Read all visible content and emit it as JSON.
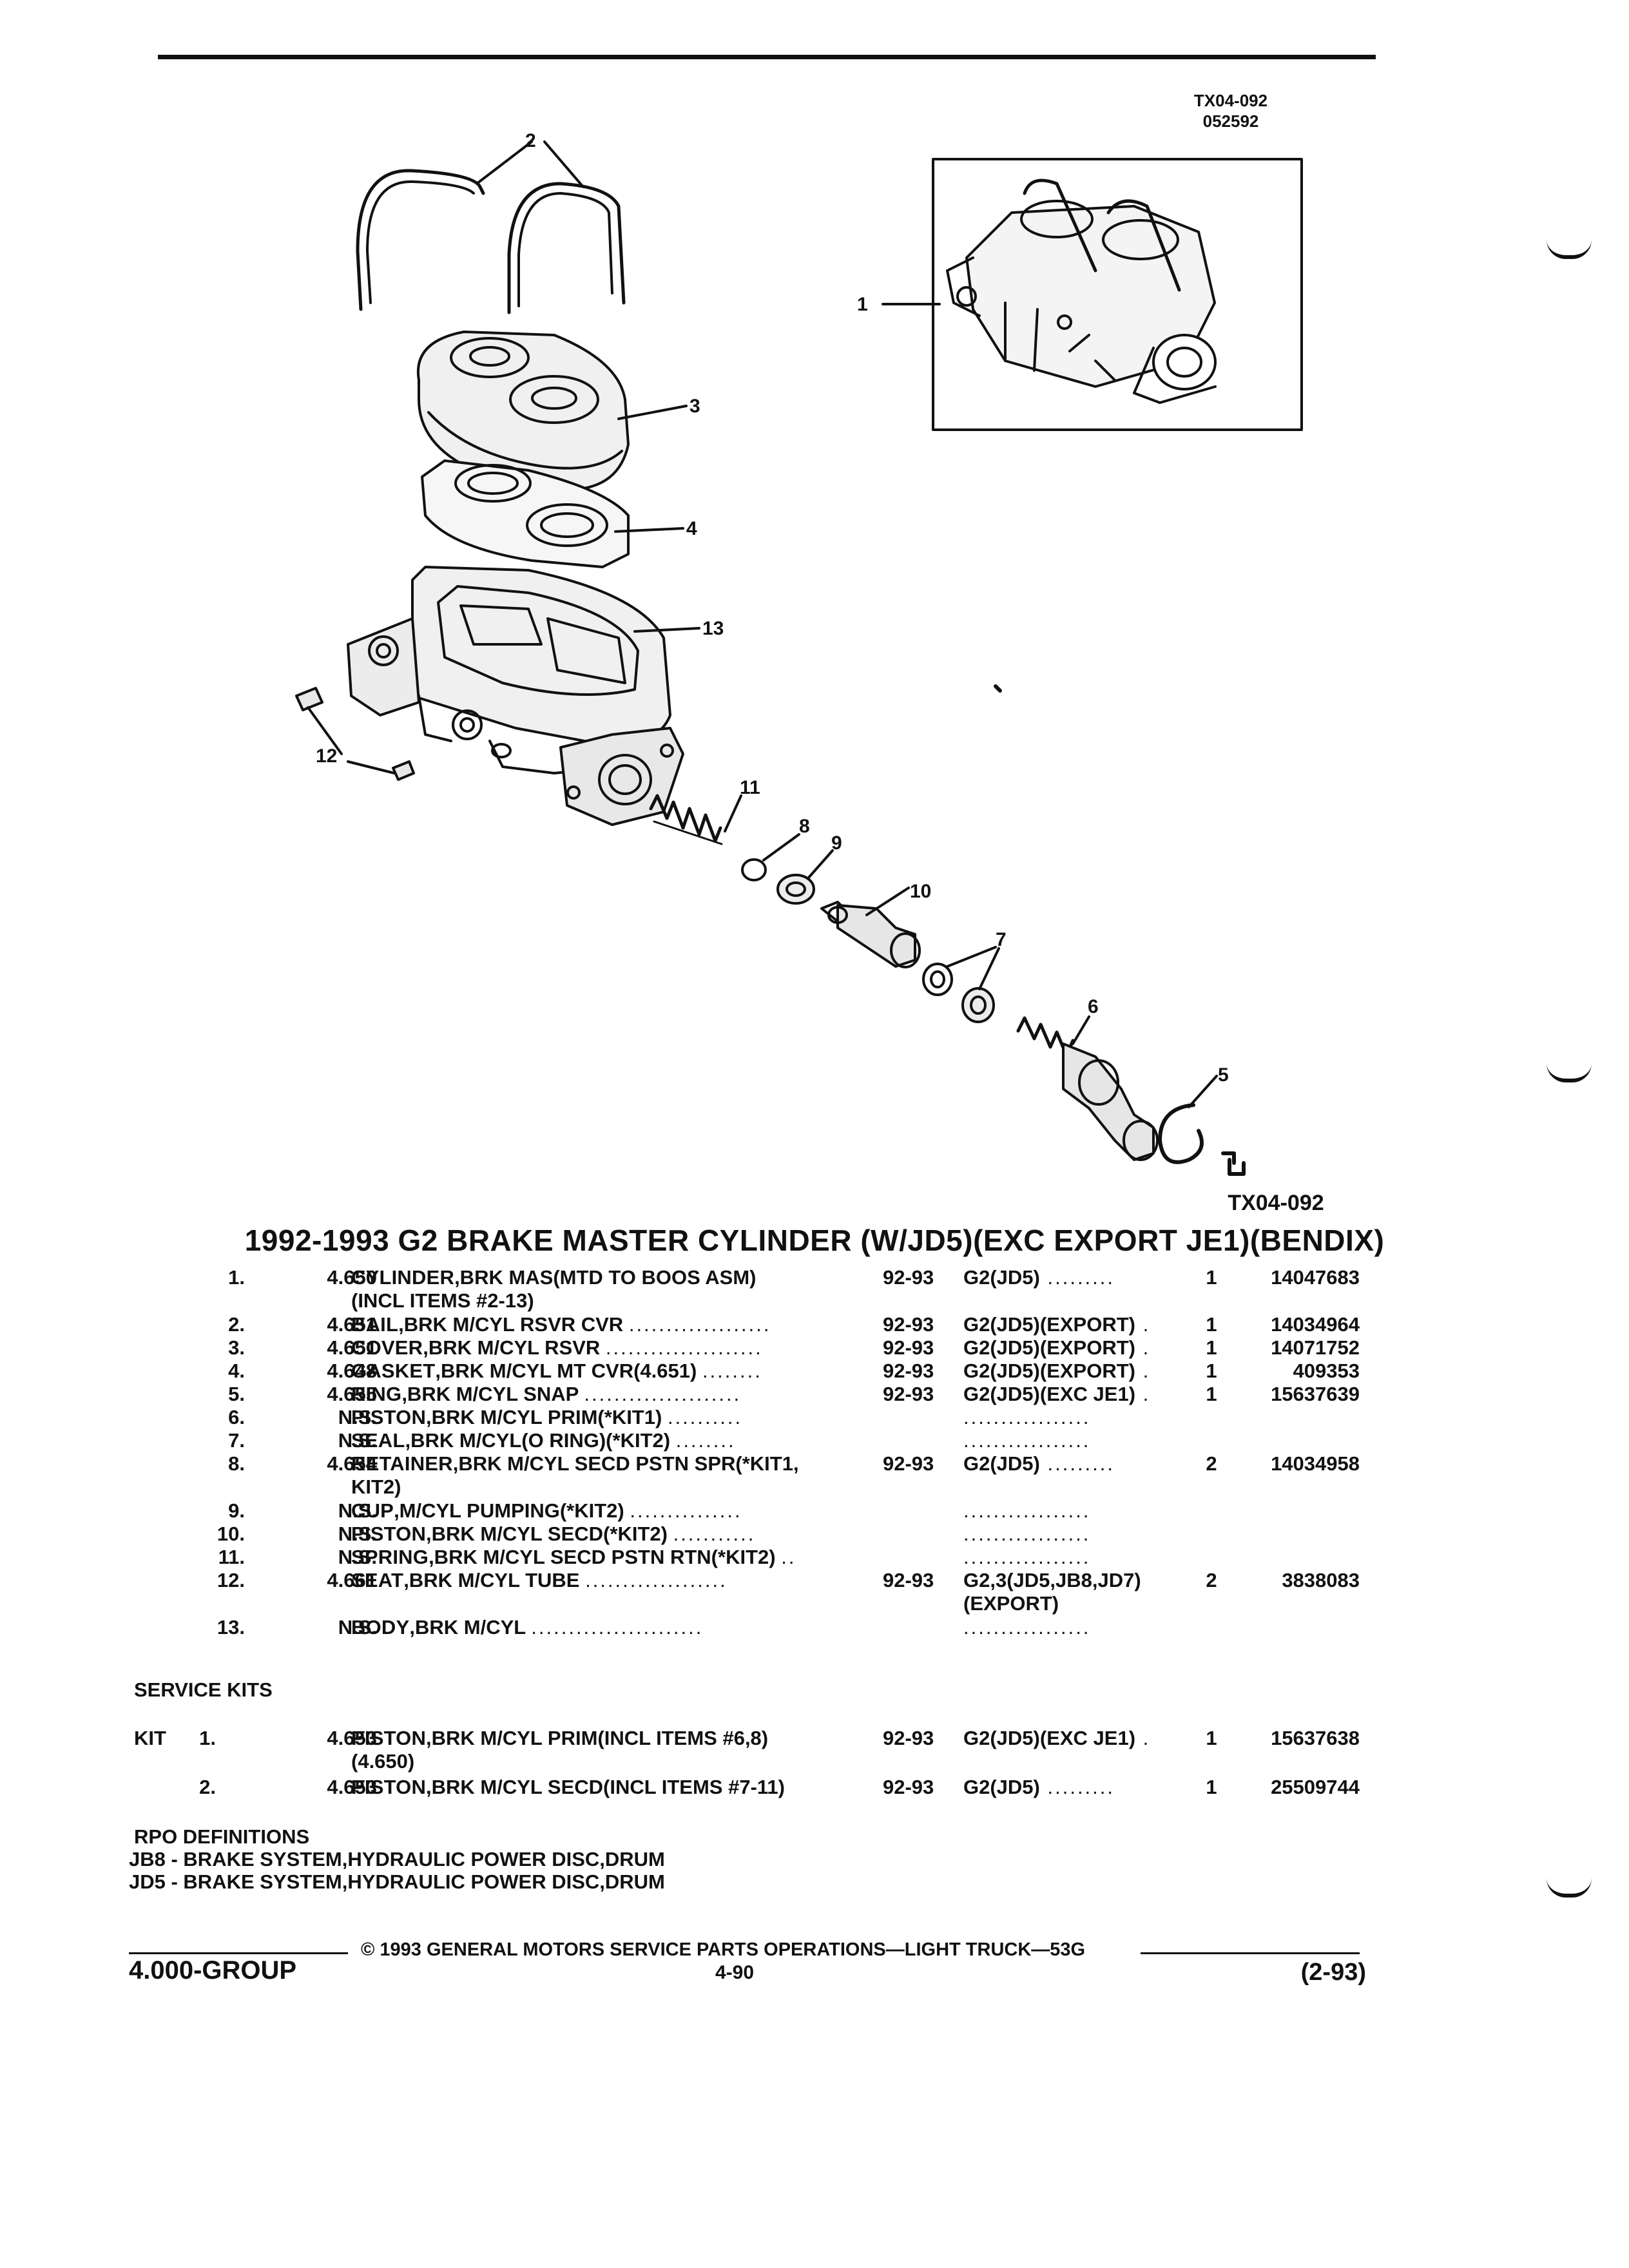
{
  "header": {
    "ref_code": "TX04-092",
    "ref_date": "052592"
  },
  "diagram": {
    "callouts": [
      "1",
      "2",
      "3",
      "4",
      "5",
      "6",
      "7",
      "8",
      "9",
      "10",
      "11",
      "12",
      "13"
    ],
    "ref_code_bottom": "TX04-092",
    "stroke_color": "#111111"
  },
  "title": "1992-1993 G2 BRAKE MASTER CYLINDER (W/JD5)(EXC EXPORT JE1)(BENDIX)",
  "parts": [
    {
      "no": "1.",
      "group": "4.650",
      "name": "CYLINDER",
      "desc": ",BRK MAS(MTD TO BOOS ASM)",
      "desc2": "(INCL ITEMS #2-13)",
      "years": "92-93",
      "app": "G2(JD5)",
      "app_dots": " .........",
      "app2": "",
      "qty": "1",
      "part_no": "14047683"
    },
    {
      "no": "2.",
      "group": "4.651",
      "name": "BAIL",
      "desc": ",BRK M/CYL RSVR CVR",
      "desc2": "",
      "years": "92-93",
      "app": "G2(JD5)(EXPORT)",
      "app_dots": " .",
      "app2": "",
      "qty": "1",
      "part_no": "14034964"
    },
    {
      "no": "3.",
      "group": "4.651",
      "name": "COVER",
      "desc": ",BRK M/CYL RSVR",
      "desc2": "",
      "years": "92-93",
      "app": "G2(JD5)(EXPORT)",
      "app_dots": " .",
      "app2": "",
      "qty": "1",
      "part_no": "14071752"
    },
    {
      "no": "4.",
      "group": "4.648",
      "name": "GASKET",
      "desc": ",BRK M/CYL MT CVR(4.651)",
      "desc2": "",
      "years": "92-93",
      "app": "G2(JD5)(EXPORT)",
      "app_dots": " .",
      "app2": "",
      "qty": "1",
      "part_no": "409353"
    },
    {
      "no": "5.",
      "group": "4.655",
      "name": "RING",
      "desc": ",BRK M/CYL SNAP",
      "desc2": "",
      "years": "92-93",
      "app": "G2(JD5)(EXC JE1)",
      "app_dots": " .",
      "app2": "",
      "qty": "1",
      "part_no": "15637639"
    },
    {
      "no": "6.",
      "group": "N.S.",
      "name": "PISTON",
      "desc": ",BRK M/CYL PRIM(*KIT1)",
      "desc2": "",
      "years": "",
      "app": "",
      "app_dots": ".................",
      "app2": "",
      "qty": "",
      "part_no": ""
    },
    {
      "no": "7.",
      "group": "N.S.",
      "name": "SEAL",
      "desc": ",BRK M/CYL(O RING)(*KIT2)",
      "desc2": "",
      "years": "",
      "app": "",
      "app_dots": ".................",
      "app2": "",
      "qty": "",
      "part_no": ""
    },
    {
      "no": "8.",
      "group": "4.654",
      "name": "RETAINER",
      "desc": ",BRK M/CYL SECD PSTN SPR(*KIT1,",
      "desc2": "KIT2)",
      "years": "92-93",
      "app": "G2(JD5)",
      "app_dots": " .........",
      "app2": "",
      "qty": "2",
      "part_no": "14034958"
    },
    {
      "no": "9.",
      "group": "N.S.",
      "name": "CUP",
      "desc": ",M/CYL PUMPING(*KIT2)",
      "desc2": "",
      "years": "",
      "app": "",
      "app_dots": ".................",
      "app2": "",
      "qty": "",
      "part_no": ""
    },
    {
      "no": "10.",
      "group": "N.S.",
      "name": "PISTON",
      "desc": ",BRK M/CYL SECD(*KIT2)",
      "desc2": "",
      "years": "",
      "app": "",
      "app_dots": ".................",
      "app2": "",
      "qty": "",
      "part_no": ""
    },
    {
      "no": "11.",
      "group": "N.S.",
      "name": "SPRING",
      "desc": ",BRK M/CYL SECD PSTN RTN(*KIT2)",
      "desc2": "",
      "years": "",
      "app": "",
      "app_dots": ".................",
      "app2": "",
      "qty": "",
      "part_no": ""
    },
    {
      "no": "12.",
      "group": "4.661",
      "name": "SEAT",
      "desc": ",BRK M/CYL TUBE",
      "desc2": "",
      "years": "92-93",
      "app": "G2,3(JD5,JB8,JD7)",
      "app_dots": "",
      "app2": "(EXPORT)",
      "qty": "2",
      "part_no": "3838083"
    },
    {
      "no": "13.",
      "group": "N.S.",
      "name": "BODY",
      "desc": ",BRK M/CYL",
      "desc2": "",
      "years": "",
      "app": "",
      "app_dots": ".................",
      "app2": "",
      "qty": "",
      "part_no": ""
    }
  ],
  "service_kits": {
    "heading": "SERVICE KITS",
    "kit_label": "KIT",
    "items": [
      {
        "no": "1.",
        "group": "4.653",
        "name": "PISTON",
        "desc": ",BRK M/CYL PRIM(INCL ITEMS #6,8)",
        "desc2": "(4.650)",
        "years": "92-93",
        "app": "G2(JD5)(EXC JE1)",
        "app_dots": " .",
        "qty": "1",
        "part_no": "15637638"
      },
      {
        "no": "2.",
        "group": "4.653",
        "name": "PISTON",
        "desc": ",BRK M/CYL SECD(INCL ITEMS #7-11)",
        "desc2": "",
        "years": "92-93",
        "app": "G2(JD5)",
        "app_dots": " .........",
        "qty": "1",
        "part_no": "25509744"
      }
    ]
  },
  "rpo": {
    "heading": "RPO DEFINITIONS",
    "lines": [
      "JB8 - BRAKE SYSTEM,HYDRAULIC POWER DISC,DRUM",
      "JD5 - BRAKE SYSTEM,HYDRAULIC POWER DISC,DRUM"
    ]
  },
  "footer": {
    "copyright": "© 1993  GENERAL MOTORS SERVICE PARTS OPERATIONS—LIGHT TRUCK—53G",
    "group": "4.000-GROUP",
    "page": "4-90",
    "date": "(2-93)"
  }
}
